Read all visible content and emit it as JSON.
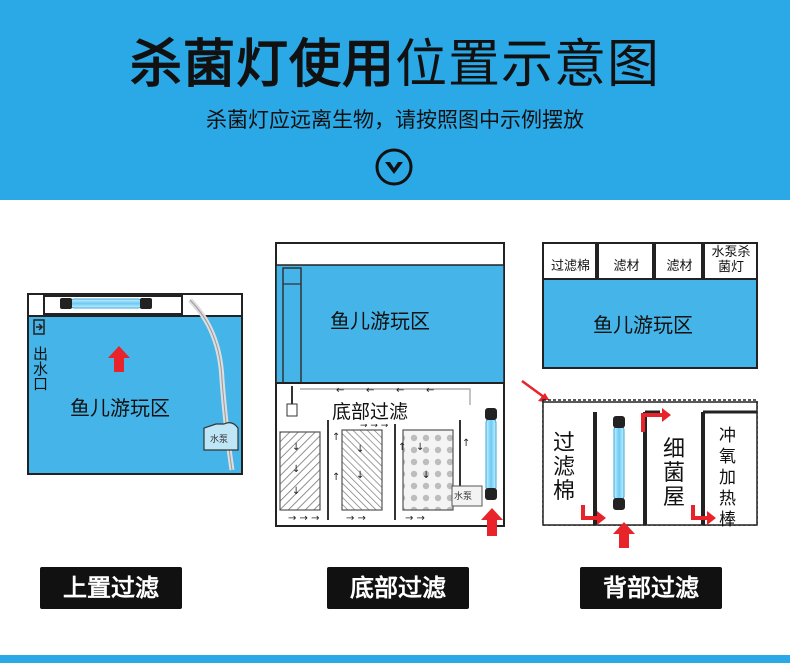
{
  "header": {
    "title_bold": "杀菌灯使用",
    "title_light": "位置示意图",
    "subtitle": "杀菌灯应远离生物，请按照图中示例摆放",
    "chevron_icon": "chevron-down-circle-icon",
    "background_color": "#2ba8e6"
  },
  "panels": {
    "top_filter": {
      "label": "上置过滤",
      "zone": "鱼儿游玩区",
      "outlet": "出水口",
      "pump": "水泵"
    },
    "bottom_filter": {
      "label": "底部过滤",
      "zone": "鱼儿游玩区",
      "filter_area": "底部过滤",
      "pump": "水泵"
    },
    "back_filter": {
      "label": "背部过滤",
      "zone": "鱼儿游玩区",
      "compartments": [
        "过滤棉",
        "滤材",
        "滤材",
        "水泵杀菌灯"
      ],
      "side_filter_cotton": "过滤棉",
      "bacteria_house": "细菌屋",
      "oxygen_heater": "冲氧加热棒"
    }
  },
  "colors": {
    "water": "#45b4e8",
    "arrow_red": "#e8232a",
    "lamp_glow": "#8fd6f5"
  }
}
